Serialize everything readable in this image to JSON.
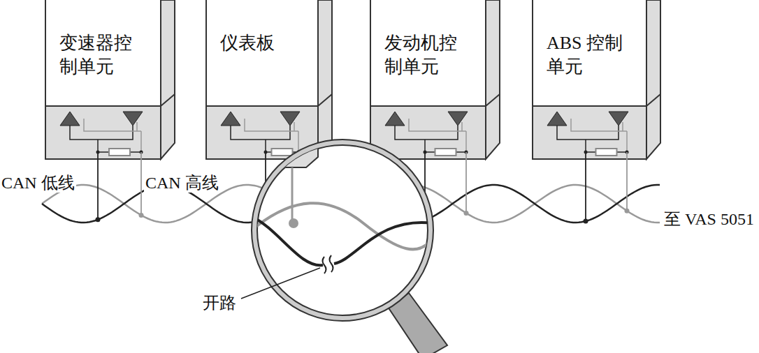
{
  "diagram": {
    "nodes": [
      {
        "text": [
          "变速器控制单元"
        ]
      },
      {
        "text": [
          "仪表板"
        ]
      },
      {
        "text": [
          "发动机控制单元"
        ]
      },
      {
        "text": [
          "ABS 控制单元"
        ]
      }
    ],
    "labels": [
      "CAN 低线",
      "CAN 高线",
      "至 VAS 5051",
      "开路"
    ]
  }
}
